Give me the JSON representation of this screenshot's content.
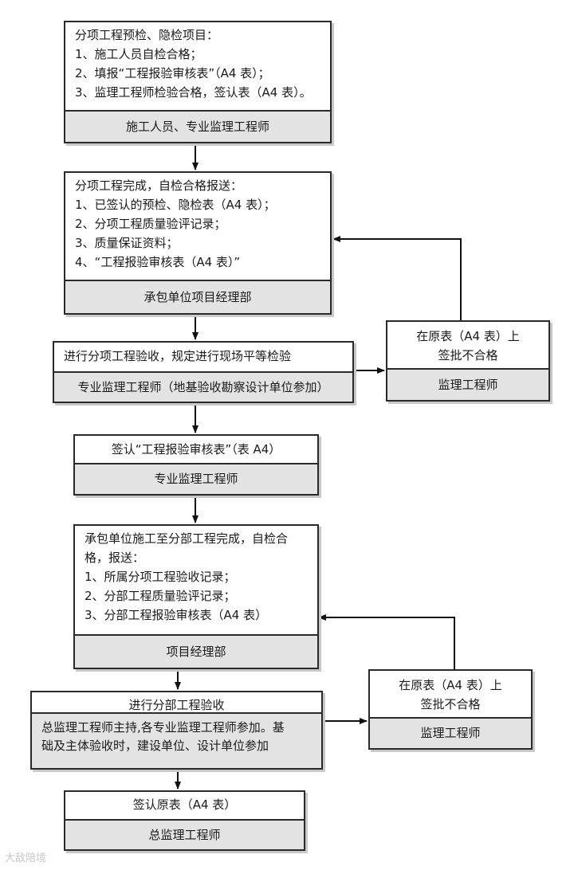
{
  "boxes": {
    "b1": {
      "lines": [
        "分项工程预检、隐检项目：",
        "1、施工人员自检合格；",
        "2、填报“工程报验审核表”（A4 表）；",
        "3、监理工程师检验合格，签认表（A4 表）。"
      ],
      "footer": "施工人员、专业监理工程师"
    },
    "b2": {
      "lines": [
        "分项工程完成，自检合格报送：",
        "1、已签认的预检、隐检表（A4 表）；",
        "2、分项工程质量验评记录；",
        "3、质量保证资料；",
        "4、“工程报验审核表（A4 表）”"
      ],
      "footer": "承包单位项目经理部"
    },
    "b3": {
      "lines": [
        "进行分项工程验收，规定进行现场平等检验"
      ],
      "footer": "专业监理工程师（地基验收勘察设计单位参加）"
    },
    "r1": {
      "lines": [
        "在原表（A4 表）上",
        "签批不合格"
      ],
      "footer": "监理工程师"
    },
    "b4": {
      "lines": [
        "签认“工程报验审核表”（表 A4）"
      ],
      "footer": "专业监理工程师"
    },
    "b5": {
      "lines": [
        "承包单位施工至分部工程完成，自检合",
        "格，报送：",
        "1、所属分项工程验收记录；",
        "2、分部工程质量验评记录；",
        "3、分部工程报验审核表（A4 表）"
      ],
      "footer": "项目经理部"
    },
    "b6": {
      "lines": [
        "进行分部工程验收"
      ],
      "footer_lines": [
        "总监理工程师主持,各专业监理工程师参加。基",
        "础及主体验收时，建设单位、设计单位参加"
      ]
    },
    "r2": {
      "lines": [
        "在原表（A4 表）上",
        "签批不合格"
      ],
      "footer": "监理工程师"
    },
    "b7": {
      "lines": [
        "签认原表（A4 表）"
      ],
      "footer": "总监理工程师"
    }
  },
  "watermark": "大敌陪境"
}
